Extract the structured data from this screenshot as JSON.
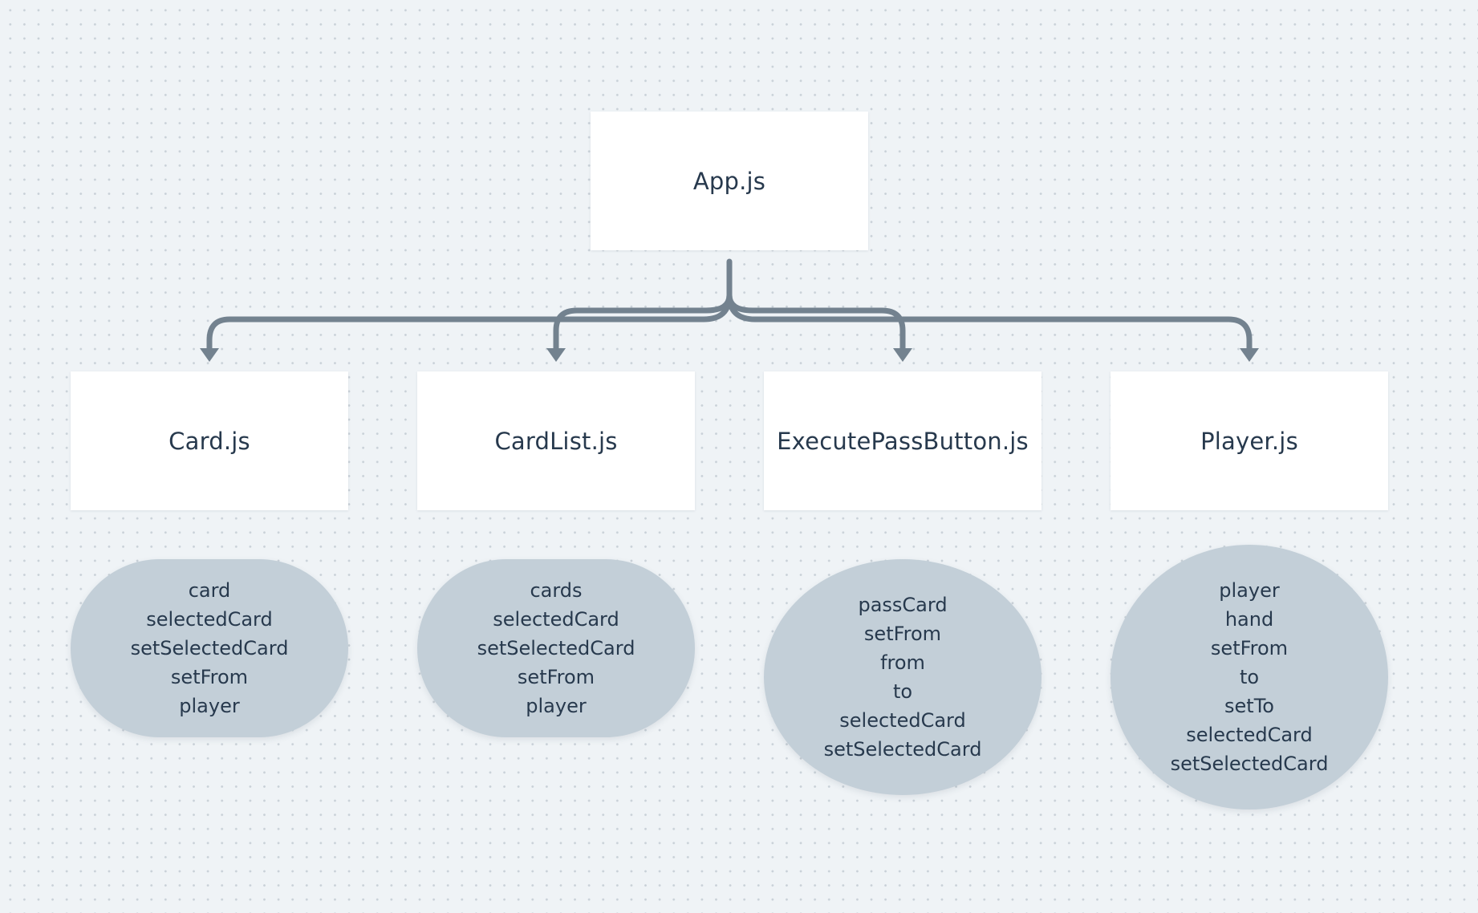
{
  "root": {
    "label": "App.js"
  },
  "children": [
    {
      "label": "Card.js",
      "props": [
        "card",
        "selectedCard",
        "setSelectedCard",
        "setFrom",
        "player"
      ]
    },
    {
      "label": "CardList.js",
      "props": [
        "cards",
        "selectedCard",
        "setSelectedCard",
        "setFrom",
        "player"
      ]
    },
    {
      "label": "ExecutePassButton.js",
      "props": [
        "passCard",
        "setFrom",
        "from",
        "to",
        "selectedCard",
        "setSelectedCard"
      ]
    },
    {
      "label": "Player.js",
      "props": [
        "player",
        "hand",
        "setFrom",
        "to",
        "setTo",
        "selectedCard",
        "setSelectedCard"
      ]
    }
  ],
  "colors": {
    "background": "#eff3f6",
    "node_fill": "#ffffff",
    "props_fill": "#c3cfd8",
    "connector": "#73828f",
    "text": "#27394d"
  }
}
